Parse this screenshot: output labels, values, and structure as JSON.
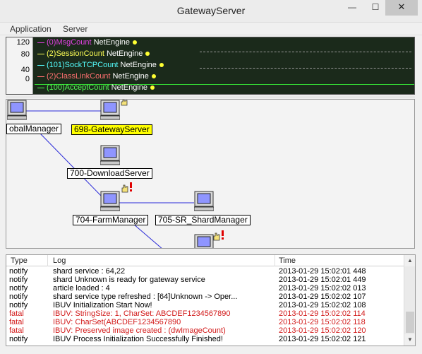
{
  "window": {
    "title": "GatewayServer",
    "minimize_glyph": "—",
    "maximize_glyph": "☐",
    "close_glyph": "✕"
  },
  "menu": {
    "items": [
      "Application",
      "Server"
    ]
  },
  "graph": {
    "y_ticks": [
      "120",
      "80",
      "40",
      "0"
    ],
    "legend": [
      {
        "label": "(0)MsgCount",
        "engine": "NetEngine",
        "color": "#e040e0"
      },
      {
        "label": "(2)SessionCount",
        "engine": "NetEngine",
        "color": "#ffff55"
      },
      {
        "label": "(101)SockTCPCount",
        "engine": "NetEngine",
        "color": "#55ffff"
      },
      {
        "label": "(2)ClassLinkCount",
        "engine": "NetEngine",
        "color": "#ff7070"
      },
      {
        "label": "(100)AcceptCount",
        "engine": "NetEngine",
        "color": "#55ff55"
      }
    ]
  },
  "topology": {
    "nodes": [
      {
        "label": "obalManager",
        "selected": false,
        "alert": false
      },
      {
        "label": "698-GatewayServer",
        "selected": true,
        "alert": false
      },
      {
        "label": "700-DownloadServer",
        "selected": false,
        "alert": false
      },
      {
        "label": "704-FarmManager",
        "selected": false,
        "alert": true
      },
      {
        "label": "705-SR_ShardManager",
        "selected": false,
        "alert": false
      }
    ],
    "link_color": "#2a2ad8"
  },
  "log": {
    "columns": [
      "Type",
      "Log",
      "Time"
    ],
    "rows": [
      {
        "type": "notify",
        "log": "shard service : 64,22",
        "time": "2013-01-29 15:02:01 448",
        "level": "normal"
      },
      {
        "type": "notify",
        "log": "shard Unknown is ready for gateway service",
        "time": "2013-01-29 15:02:01 449",
        "level": "normal"
      },
      {
        "type": "notify",
        "log": "article loaded : 4",
        "time": "2013-01-29 15:02:02 013",
        "level": "normal"
      },
      {
        "type": "notify",
        "log": "shard service type refreshed : [64]Unknown -> Oper...",
        "time": "2013-01-29 15:02:02 107",
        "level": "normal"
      },
      {
        "type": "notify",
        "log": "IBUV Initialization Start Now!",
        "time": "2013-01-29 15:02:02 108",
        "level": "normal"
      },
      {
        "type": "fatal",
        "log": "IBUV: StringSize: 1, CharSet: ABCDEF1234567890",
        "time": "2013-01-29 15:02:02 114",
        "level": "fatal"
      },
      {
        "type": "fatal",
        "log": "IBUV: CharSet(ABCDEF1234567890",
        "time": "2013-01-29 15:02:02 118",
        "level": "fatal"
      },
      {
        "type": "fatal",
        "log": "IBUV: Preserved image created : (dwImageCount)",
        "time": "2013-01-29 15:02:02 120",
        "level": "fatal"
      },
      {
        "type": "notify",
        "log": "IBUV Process Initialization Successfully Finished!",
        "time": "2013-01-29 15:02:02 121",
        "level": "normal"
      }
    ],
    "scroll_up_glyph": "▲",
    "scroll_down_glyph": "▼"
  },
  "colors": {
    "graph_bg": "#1b2a1b",
    "fatal": "#d21a1a",
    "selected_node": "#ffff00",
    "alert": "#e00000"
  },
  "icons": {
    "node": "computer-monitor-icon",
    "alert": "alert-hand-icon"
  }
}
